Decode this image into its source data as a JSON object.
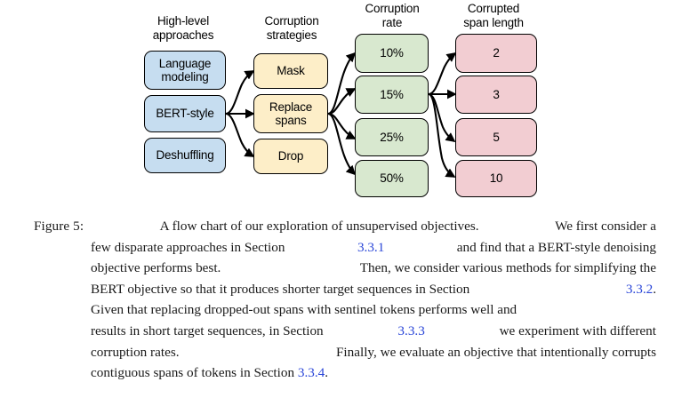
{
  "figure": {
    "columns": [
      {
        "id": "high-level-approaches",
        "header": "High-level\napproaches",
        "color": "#c6ddf0"
      },
      {
        "id": "corruption-strategies",
        "header": "Corruption\nstrategies",
        "color": "#fdeec8"
      },
      {
        "id": "corruption-rate",
        "header": "Corruption\nrate",
        "color": "#d8e8cf"
      },
      {
        "id": "corrupted-span-length",
        "header": "Corrupted\nspan length",
        "color": "#f2cdd2"
      }
    ],
    "nodes": {
      "high_level_approaches": [
        "Language\nmodeling",
        "BERT-style",
        "Deshuffling"
      ],
      "corruption_strategies": [
        "Mask",
        "Replace\nspans",
        "Drop"
      ],
      "corruption_rate": [
        "10%",
        "15%",
        "25%",
        "50%"
      ],
      "corrupted_span_length": [
        "2",
        "3",
        "5",
        "10"
      ]
    },
    "selected_path": [
      "BERT-style",
      "Replace spans",
      "15%",
      "3"
    ],
    "colors": {
      "approach_fill": "#c6ddf0",
      "strategy_fill": "#fdeec8",
      "rate_fill": "#d8e8cf",
      "span_fill": "#f2cdd2",
      "stroke": "#000000"
    }
  },
  "caption": {
    "label": "Figure 5:",
    "lines": [
      [
        "A flow chart of our exploration of unsupervised objectives.",
        "We first consider a"
      ],
      [
        "few disparate approaches in Section",
        "3.3.1",
        "and find that a BERT-style denoising"
      ],
      [
        "objective performs best.",
        "Then, we consider various methods for simplifying the"
      ],
      [
        "BERT objective so that it produces shorter target sequences in Section",
        "3.3.2",
        "."
      ],
      [
        "Given that replacing dropped-out spans with sentinel tokens performs well and"
      ],
      [
        "results in short target sequences, in Section",
        "3.3.3",
        "we experiment with different"
      ],
      [
        "corruption rates.",
        "Finally, we evaluate an objective that intentionally corrupts"
      ],
      [
        "contiguous spans of tokens in Section",
        "3.3.4",
        "."
      ]
    ],
    "references": [
      "3.3.1",
      "3.3.2",
      "3.3.3",
      "3.3.4"
    ],
    "link_color": "#2a46d8"
  }
}
